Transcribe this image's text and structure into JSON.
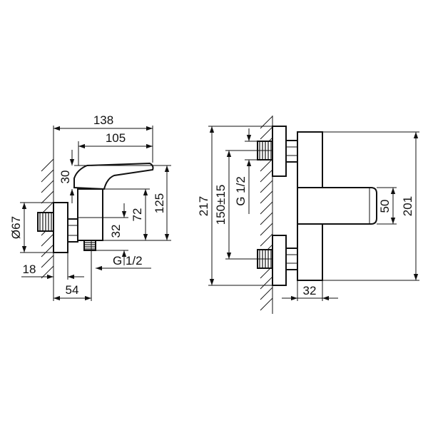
{
  "side_view": {
    "dims": {
      "overall_width": "138",
      "lever_width": "105",
      "lever_height": "30",
      "diameter": "Ø67",
      "offset": "72",
      "height": "125",
      "outlet": "32",
      "thread": "G 1/2",
      "wall_gap": "18",
      "depth": "54"
    }
  },
  "front_view": {
    "dims": {
      "total_height": "217",
      "inlet_spacing": "150±15",
      "thread": "G 1/2",
      "spout_height": "50",
      "body_height": "201",
      "body_depth": "32"
    }
  },
  "colors": {
    "line": "#111111",
    "background": "#ffffff"
  }
}
